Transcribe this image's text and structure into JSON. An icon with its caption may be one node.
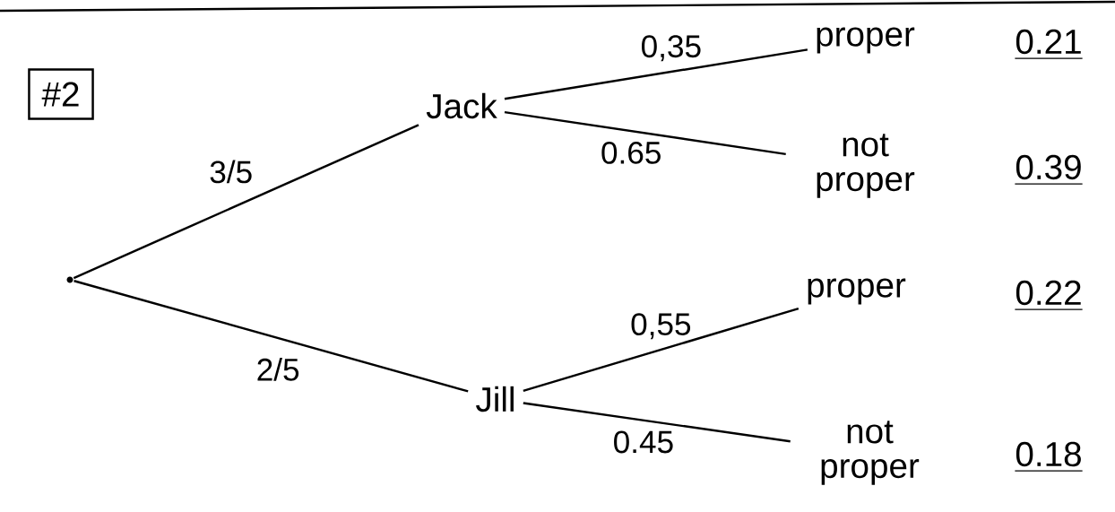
{
  "diagram": {
    "nodes": [
      {
        "text": [
          "#2"
        ]
      },
      {
        "text": [],
        "shape": "point"
      },
      {
        "text": [
          "Jack"
        ]
      },
      {
        "text": [
          "Jill"
        ]
      },
      {
        "text": [
          "proper"
        ],
        "beside": [
          "0.21"
        ]
      },
      {
        "text": [
          "not proper"
        ],
        "beside": [
          "0.39"
        ]
      },
      {
        "text": [
          "proper"
        ],
        "beside": [
          "0.22"
        ]
      },
      {
        "text": [
          "not proper"
        ],
        "beside": [
          "0.18"
        ]
      }
    ],
    "edges": [
      {
        "from": 1,
        "to": 2,
        "arrow": "none",
        "label": "3/5"
      },
      {
        "from": 1,
        "to": 3,
        "arrow": "none",
        "label": "2/5"
      },
      {
        "from": 2,
        "to": 4,
        "arrow": "none",
        "label": "0,35"
      },
      {
        "from": 2,
        "to": 5,
        "arrow": "none",
        "label": "0.65"
      },
      {
        "from": 3,
        "to": 6,
        "arrow": "none",
        "label": "0,55"
      },
      {
        "from": 3,
        "to": 7,
        "arrow": "none",
        "label": "0.45"
      }
    ]
  }
}
